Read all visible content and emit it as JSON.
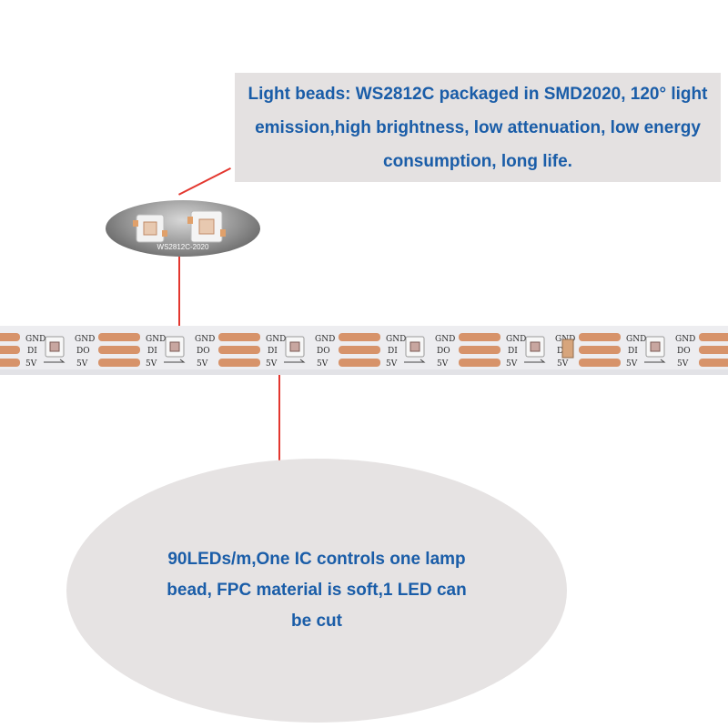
{
  "callouts": {
    "bead_description": "Light beads: WS2812C packaged in SMD2020, 120° light emission,high brightness, low attenuation, low energy consumption, long life.",
    "strip_description": "90LEDs/m,One IC controls one lamp bead, FPC material is soft,1 LED can be cut"
  },
  "chip": {
    "label": "WS2812C-2020"
  },
  "strip": {
    "pad_labels": {
      "gnd": "GND",
      "di": "DI",
      "do": "DO",
      "v5": "5V"
    }
  },
  "colors": {
    "callout_text": "#1a5da8",
    "callout_bg": "#e4e1e1",
    "leader_line": "#e3372f",
    "copper_pad": "#d7936a",
    "strip_bg": "#ededf0"
  }
}
